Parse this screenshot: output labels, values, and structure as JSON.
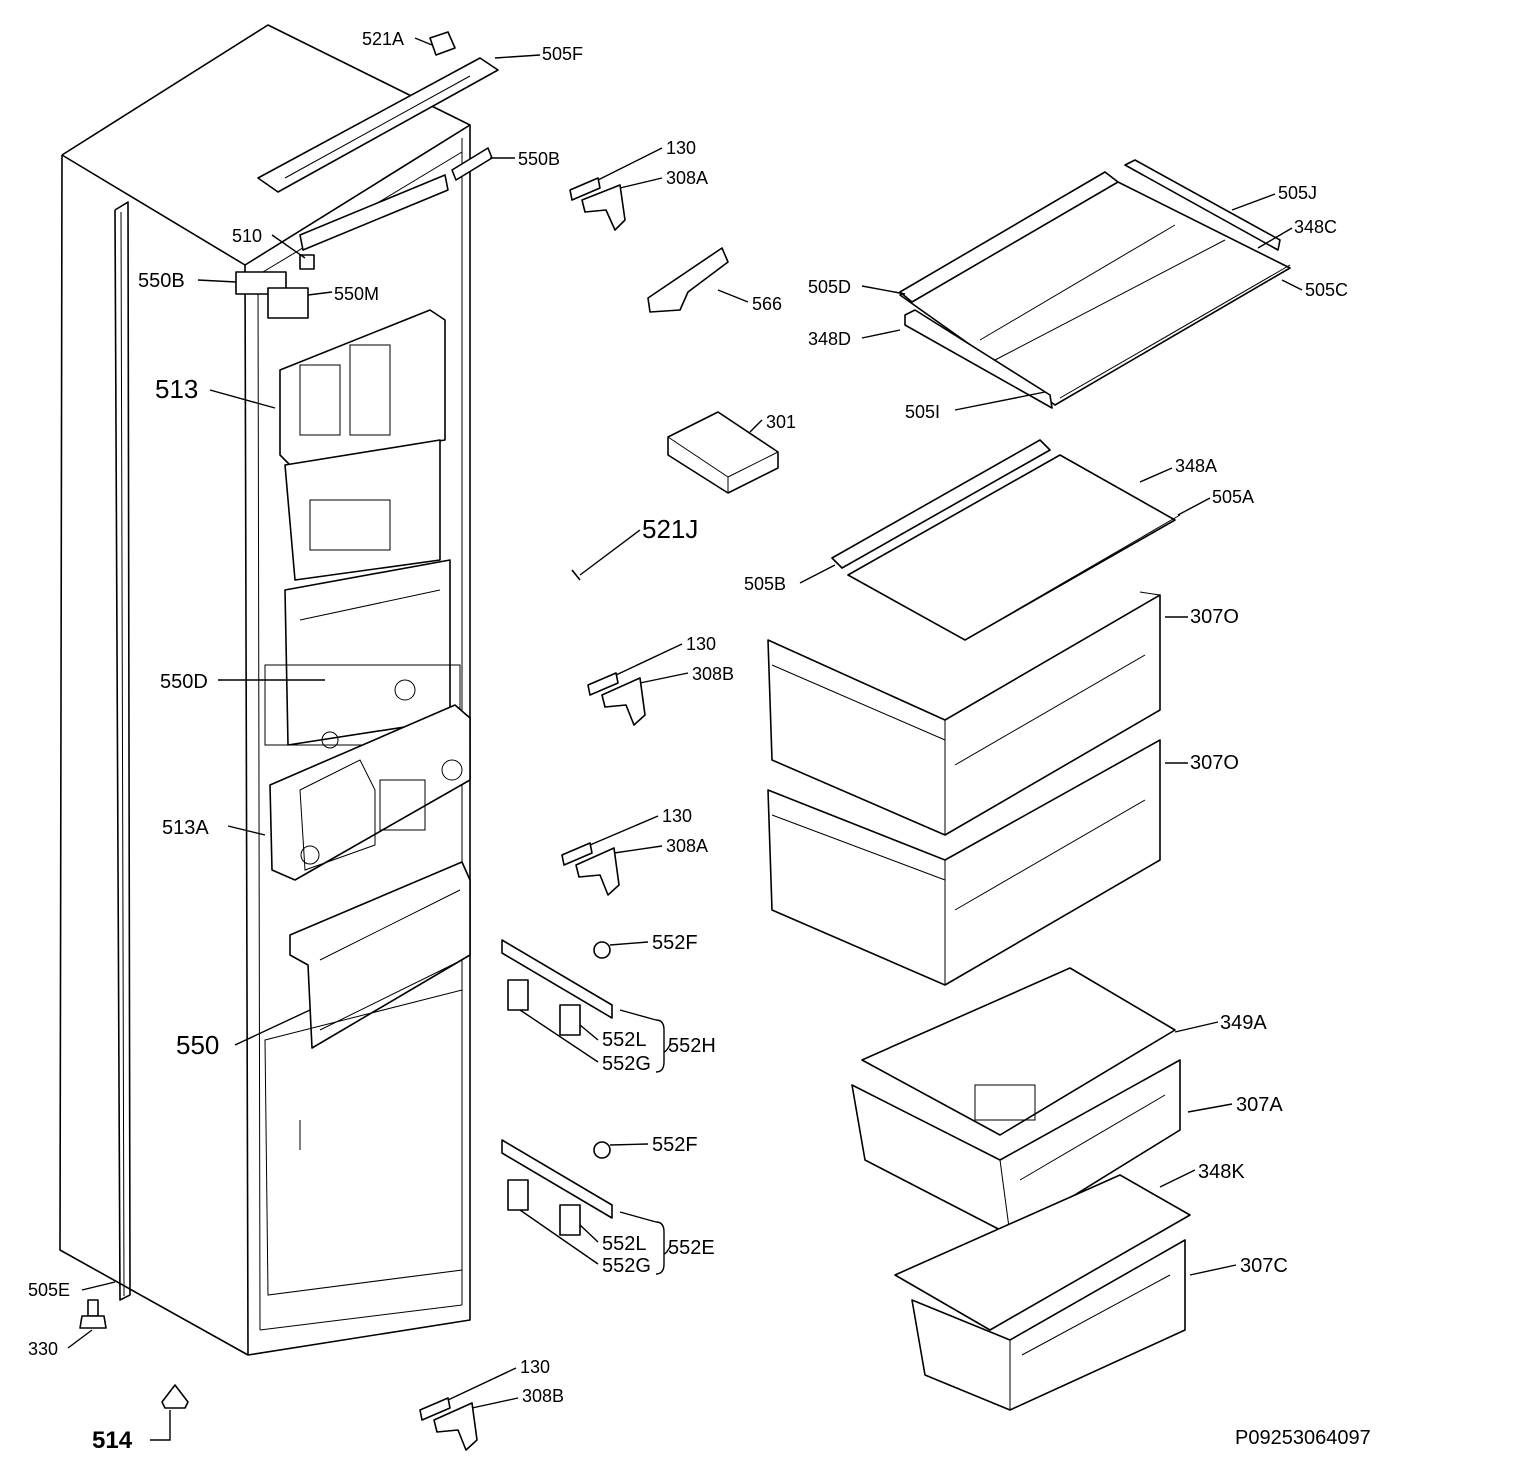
{
  "diagram": {
    "drawing_number": "P09253064097",
    "callouts": {
      "c521A": "521A",
      "c505F": "505F",
      "c550B_top": "550B",
      "c510": "510",
      "c550B_left": "550B",
      "c550M": "550M",
      "c513": "513",
      "c550D": "550D",
      "c513A": "513A",
      "c550": "550",
      "c505E": "505E",
      "c330": "330",
      "c514": "514",
      "c130_1": "130",
      "c308A_1": "308A",
      "c566": "566",
      "c301": "301",
      "c521J": "521J",
      "c130_2": "130",
      "c308B_1": "308B",
      "c130_3": "130",
      "c308A_2": "308A",
      "c552F_1": "552F",
      "c552L_1": "552L",
      "c552G_1": "552G",
      "c552H": "552H",
      "c552F_2": "552F",
      "c552L_2": "552L",
      "c552G_2": "552G",
      "c552E": "552E",
      "c130_4": "130",
      "c308B_2": "308B",
      "c505J": "505J",
      "c348C": "348C",
      "c505D": "505D",
      "c505C": "505C",
      "c348D": "348D",
      "c505I": "505I",
      "c348A": "348A",
      "c505A": "505A",
      "c505B": "505B",
      "c307O_1": "307O",
      "c307O_2": "307O",
      "c349A": "349A",
      "c307A": "307A",
      "c348K": "348K",
      "c307C": "307C"
    }
  }
}
